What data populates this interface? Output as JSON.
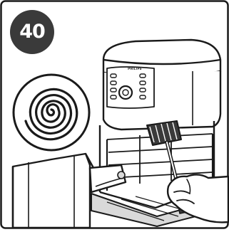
{
  "step": {
    "number": "40"
  },
  "appliance": {
    "brand": "PHILIPS"
  },
  "colors": {
    "line": "#1a1a1a",
    "badge": "#3a3a3a",
    "fill": "#ffffff",
    "shade": "#d9d9d9"
  },
  "icons": {
    "step": "step-number-badge",
    "brush": "cleaning-brush",
    "heating_coil": "heating-element-spiral"
  }
}
